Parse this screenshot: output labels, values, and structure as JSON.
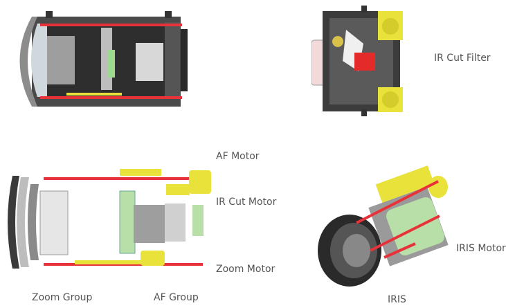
{
  "labels": {
    "ir_cut_filter": "IR Cut Filter",
    "af_motor": "AF Motor",
    "ir_cut_motor": "IR Cut Motor",
    "zoom_motor": "Zoom Motor",
    "zoom_group": "Zoom Group",
    "af_group": "AF Group",
    "iris_motor": "IRIS Motor",
    "iris": "IRIS"
  },
  "colors": {
    "rod_red": "#e8323a",
    "motor_yellow": "#e8e23a",
    "pcb_green": "#b9dfa8",
    "housing_dark": "#3a3a3a",
    "filter_red": "#e52a2a",
    "label_gray": "#555555"
  }
}
